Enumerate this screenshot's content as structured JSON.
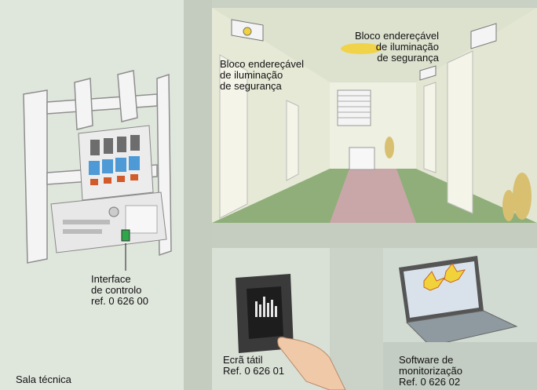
{
  "labels": {
    "emergency_block_left": "Bloco endereçável\nde iluminação\nde segurança",
    "emergency_block_right": "Bloco endereçável\nde iluminação\nde segurança",
    "control_interface": "Interface\nde controlo\nref. 0 626 00",
    "technical_room": "Sala técnica",
    "touch_screen": "Ecrã tátil\nRef. 0 626 01",
    "monitoring_software": "Software de\nmonitorização\nRef. 0 626 02"
  },
  "colors": {
    "wall_light": "#dfe6dc",
    "corridor_floor": "#8fae7a",
    "runner": "#c9a7a8",
    "alert_yellow": "#f2d23a"
  }
}
